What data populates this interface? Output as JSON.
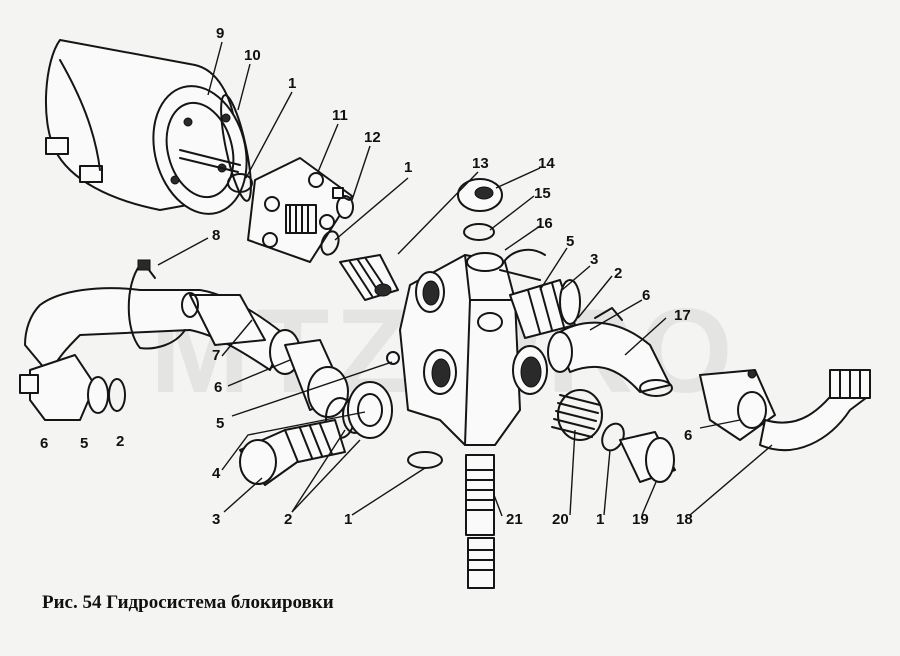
{
  "caption": "Рис. 54  Гидросистема блокировки",
  "watermark": "MTZ-PRO",
  "labels": {
    "n9": "9",
    "n10": "10",
    "n1a": "1",
    "n11": "11",
    "n12": "12",
    "n1b": "1",
    "n13": "13",
    "n14": "14",
    "n15": "15",
    "n16": "16",
    "n5a": "5",
    "n3a": "3",
    "n2a": "2",
    "n6a": "6",
    "n17": "17",
    "n8": "8",
    "n7": "7",
    "n6b": "6",
    "n5b": "5",
    "n4": "4",
    "n3b": "3",
    "n2b": "2",
    "n1c": "1",
    "n21": "21",
    "n20": "20",
    "n1d": "1",
    "n19": "19",
    "n18": "18",
    "n6c": "6",
    "n6d": "6",
    "n5c": "5",
    "n2c": "2"
  }
}
